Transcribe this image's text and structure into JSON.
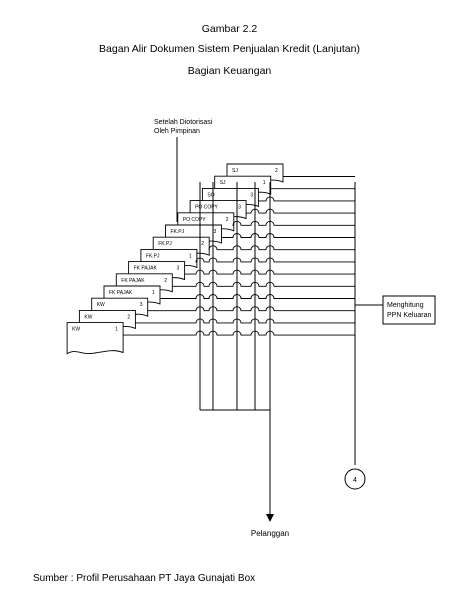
{
  "figure": {
    "number": "Gambar 2.2",
    "title": "Bagan Alir Dokumen Sistem Penjualan Kredit (Lanjutan)",
    "subtitle": "Bagian Keuangan",
    "source": "Sumber : Profil Perusahaan PT Jaya Gunajati Box"
  },
  "annotation": {
    "line1": "Setelah Diotorisasi",
    "line2": "Oleh Pimpinan"
  },
  "documents": [
    {
      "label": "SJ",
      "copy": "2"
    },
    {
      "label": "SJ",
      "copy": "1"
    },
    {
      "label": "SO",
      "copy": "3"
    },
    {
      "label": "PO COPY",
      "copy": "3"
    },
    {
      "label": "PO COPY",
      "copy": "2"
    },
    {
      "label": "FK.PJ",
      "copy": "3"
    },
    {
      "label": "FK.PJ",
      "copy": "2"
    },
    {
      "label": "FK.PJ",
      "copy": "1"
    },
    {
      "label": "FK PAJAK",
      "copy": "3"
    },
    {
      "label": "FK PAJAK",
      "copy": "2"
    },
    {
      "label": "FK PAJAK",
      "copy": "1"
    },
    {
      "label": "KW",
      "copy": "3"
    },
    {
      "label": "KW",
      "copy": "2"
    },
    {
      "label": "KW",
      "copy": "1"
    }
  ],
  "process": {
    "line1": "Menghitung",
    "line2": "PPN Keluaran"
  },
  "connector": {
    "label": "4"
  },
  "destination": "Pelanggan"
}
